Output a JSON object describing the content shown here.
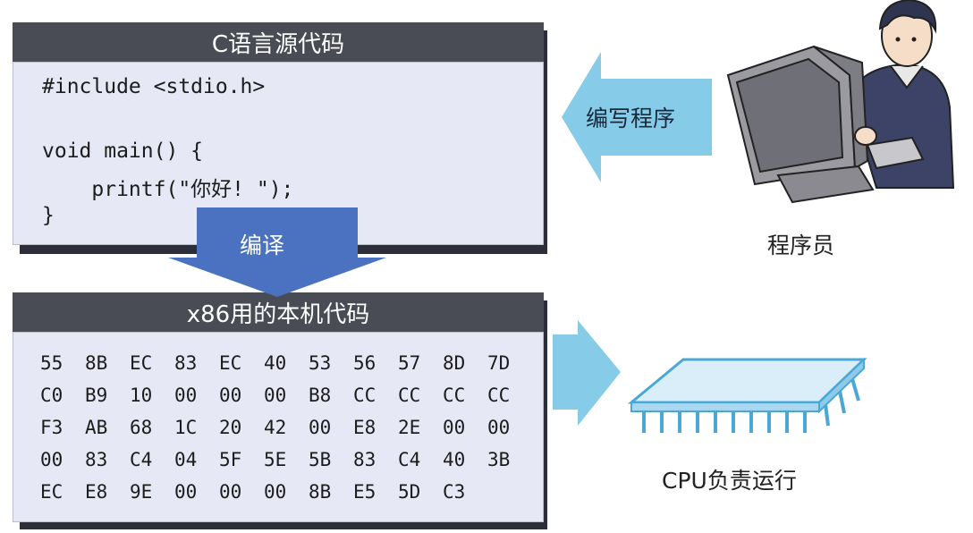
{
  "source_panel": {
    "title": "C语言源代码",
    "code_lines": [
      "#include <stdio.h>",
      "",
      "void main() {",
      "    printf(\"你好! \");",
      "}"
    ]
  },
  "compile_arrow": {
    "label": "编译",
    "color": "#4a72c0"
  },
  "machine_panel": {
    "title": "x86用的本机代码",
    "hex_rows": [
      [
        "55",
        "8B",
        "EC",
        "83",
        "EC",
        "40",
        "53",
        "56",
        "57",
        "8D",
        "7D"
      ],
      [
        "C0",
        "B9",
        "10",
        "00",
        "00",
        "00",
        "B8",
        "CC",
        "CC",
        "CC",
        "CC"
      ],
      [
        "F3",
        "AB",
        "68",
        "1C",
        "20",
        "42",
        "00",
        "E8",
        "2E",
        "00",
        "00"
      ],
      [
        "00",
        "83",
        "C4",
        "04",
        "5F",
        "5E",
        "5B",
        "83",
        "C4",
        "40",
        "3B"
      ],
      [
        "EC",
        "E8",
        "9E",
        "00",
        "00",
        "00",
        "8B",
        "E5",
        "5D",
        "C3"
      ]
    ]
  },
  "write_arrow": {
    "label": "编写程序",
    "color": "#86cbe8"
  },
  "programmer": {
    "caption": "程序员",
    "icon": "programmer-at-computer-icon"
  },
  "cpu": {
    "caption": "CPU负责运行",
    "icon": "cpu-chip-icon"
  },
  "colors": {
    "panel_bg": "#e6e8f5",
    "header_bg": "#4a4c55",
    "shadow": "#2c2f3a"
  }
}
